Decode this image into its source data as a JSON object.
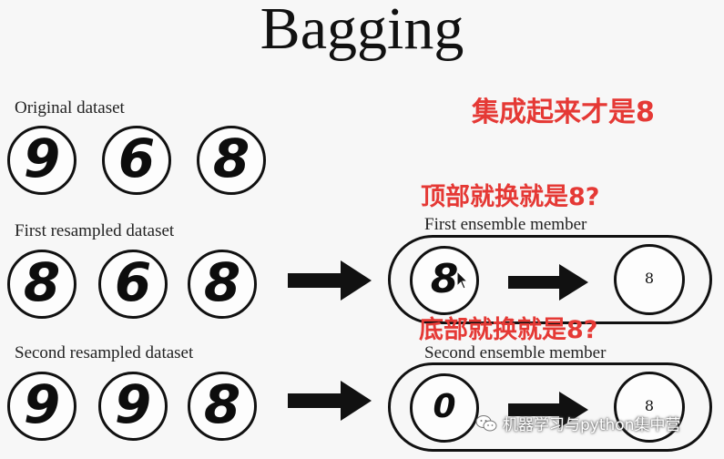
{
  "title": "Bagging",
  "rows": [
    {
      "label": "Original dataset",
      "digits": [
        "9",
        "6",
        "8"
      ]
    },
    {
      "label": "First resampled dataset",
      "digits": [
        "8",
        "6",
        "8"
      ]
    },
    {
      "label": "Second resampled dataset",
      "digits": [
        "9",
        "9",
        "8"
      ]
    }
  ],
  "members": [
    {
      "label": "First ensemble member",
      "input_digit": "8",
      "output": "8"
    },
    {
      "label": "Second ensemble member",
      "input_digit": "0",
      "output": "8"
    }
  ],
  "annotations": {
    "top": "集成起来才是8",
    "first": "顶部就换就是8?",
    "second": "底部就换就是8?"
  },
  "watermark": "机器学习与python集中营",
  "colors": {
    "annotation": "#e53935",
    "ink": "#111111"
  },
  "icons": {
    "watermark": "wechat-icon",
    "cursor": "cursor-arrow-icon"
  }
}
